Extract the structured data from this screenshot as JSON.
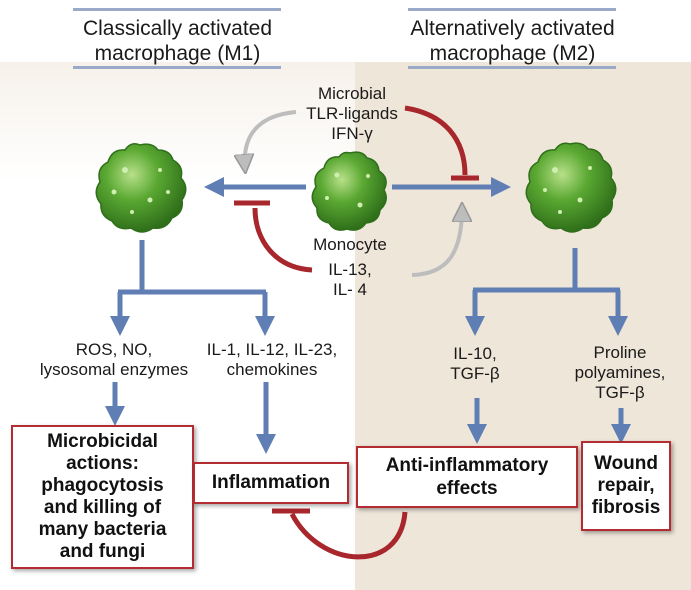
{
  "headers": {
    "m1": "Classically activated\nmacrophage (M1)",
    "m2": "Alternatively activated\nmacrophage (M2)"
  },
  "stimuli": {
    "m1_signals": "Microbial\nTLR-ligands\nIFN-γ",
    "center_cell": "Monocyte",
    "m2_signals": "IL-13,\nIL- 4"
  },
  "products": {
    "m1_left": "ROS, NO,\nlysosomal enzymes",
    "m1_right": "IL-1, IL-12, IL-23,\nchemokines",
    "m2_left": "IL-10,\nTGF-β",
    "m2_right": "Proline\npolyamines,\nTGF-β"
  },
  "outcomes": {
    "microbicidal": "Microbicidal\nactions:\nphagocytosis\nand killing of\nmany bacteria\nand fungi",
    "inflammation": "Inflammation",
    "anti_inflammatory": "Anti-inflammatory\neffects",
    "wound_repair": "Wound\nrepair,\nfibrosis"
  },
  "colors": {
    "arrow_blue": "#5f7fb4",
    "inhibit_red": "#a7272c",
    "stimulate_gray": "#c8c8c8",
    "cell_green": "#4f9a2c",
    "box_border": "#b32c32"
  }
}
